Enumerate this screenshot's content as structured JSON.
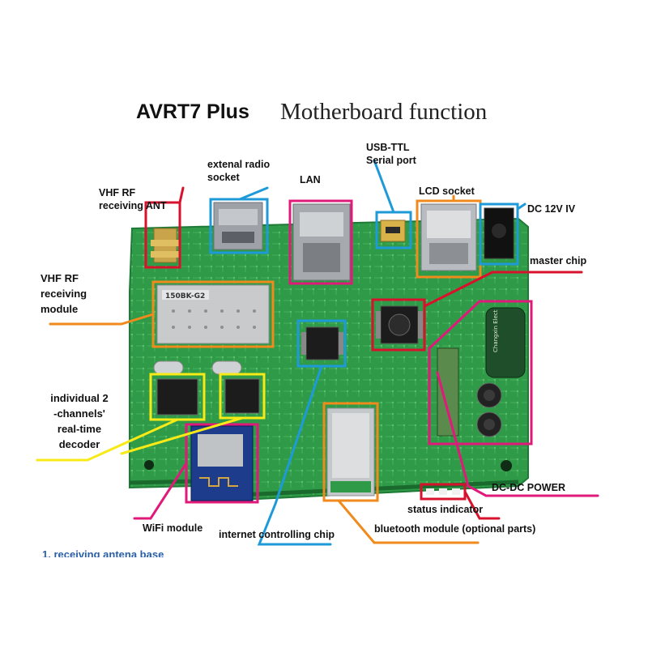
{
  "title": {
    "main": "AVRT7 Plus",
    "sub": "Motherboard function"
  },
  "labels": {
    "vhf_ant": [
      "VHF RF",
      "receiving ANT"
    ],
    "radio_socket": [
      "extenal radio",
      "socket"
    ],
    "lan": "LAN",
    "usb_ttl": [
      "USB-TTL",
      "Serial port"
    ],
    "lcd_socket": "LCD socket",
    "dc_power_in": "DC 12V IV",
    "master_chip": "master chip",
    "vhf_module": [
      "VHF RF",
      "receiving",
      "module"
    ],
    "decoder": [
      "individual 2",
      "-channels'",
      "real-time",
      "decoder"
    ],
    "dcdc": "DC-DC POWER",
    "status": "status indicator",
    "wifi": "WiFi module",
    "internet_chip": "internet controlling chip",
    "bluetooth": "bluetooth module (optional parts)",
    "footnote": "1. receiving antena base"
  },
  "board_markings": {
    "rf_module": "150BK-G2",
    "capacitor": "Changxin Elect"
  },
  "colors": {
    "red": "#d8112d",
    "blue": "#1e9ad8",
    "orange": "#f08a1c",
    "magenta": "#e0197a",
    "yellow": "#f7ea17",
    "pcb": "#2f9a47",
    "pcb_dark": "#1f7a36"
  }
}
